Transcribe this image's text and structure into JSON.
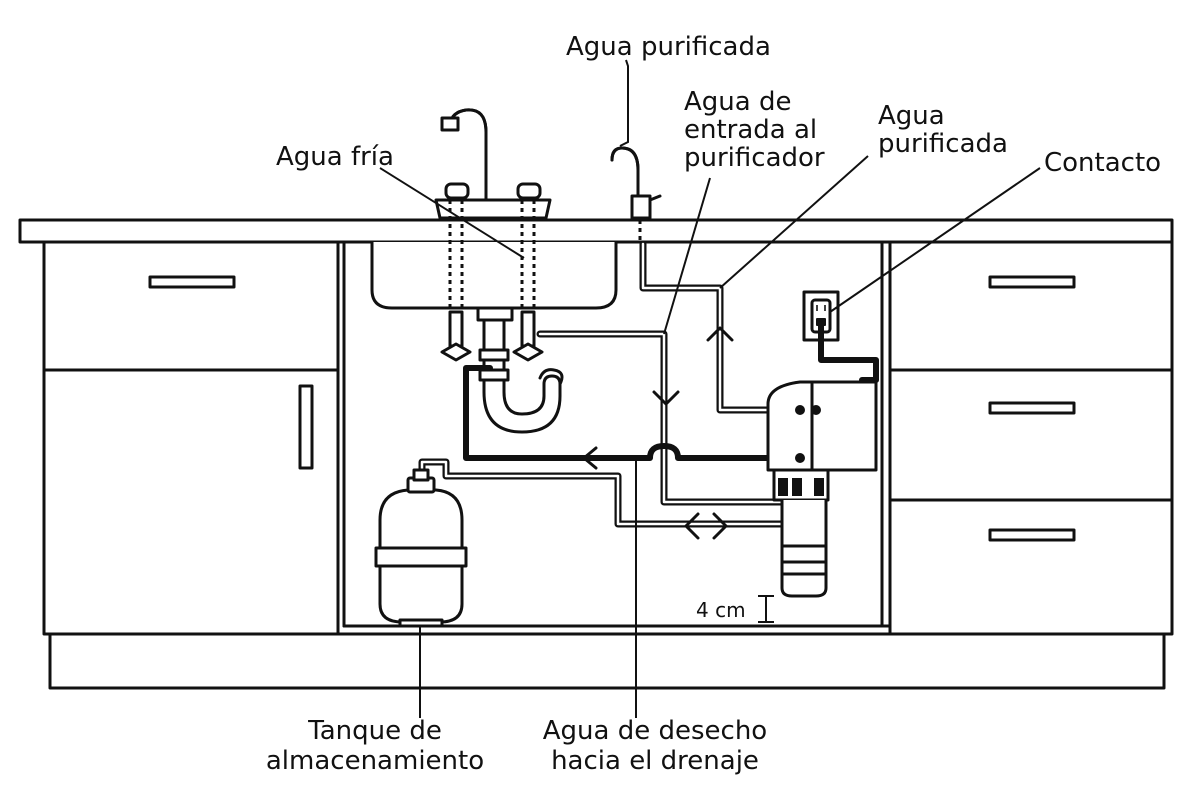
{
  "labels": {
    "agua_fria": "Agua fría",
    "agua_purificada_top": "Agua purificada",
    "agua_entrada": [
      "Agua de",
      "entrada al",
      "purificador"
    ],
    "agua_purificada_right": [
      "Agua",
      "purificada"
    ],
    "contacto": "Contacto",
    "tanque": [
      "Tanque de",
      "almacenamiento"
    ],
    "desecho": [
      "Agua de desecho",
      "hacia el drenaje"
    ],
    "medida": "4 cm"
  }
}
